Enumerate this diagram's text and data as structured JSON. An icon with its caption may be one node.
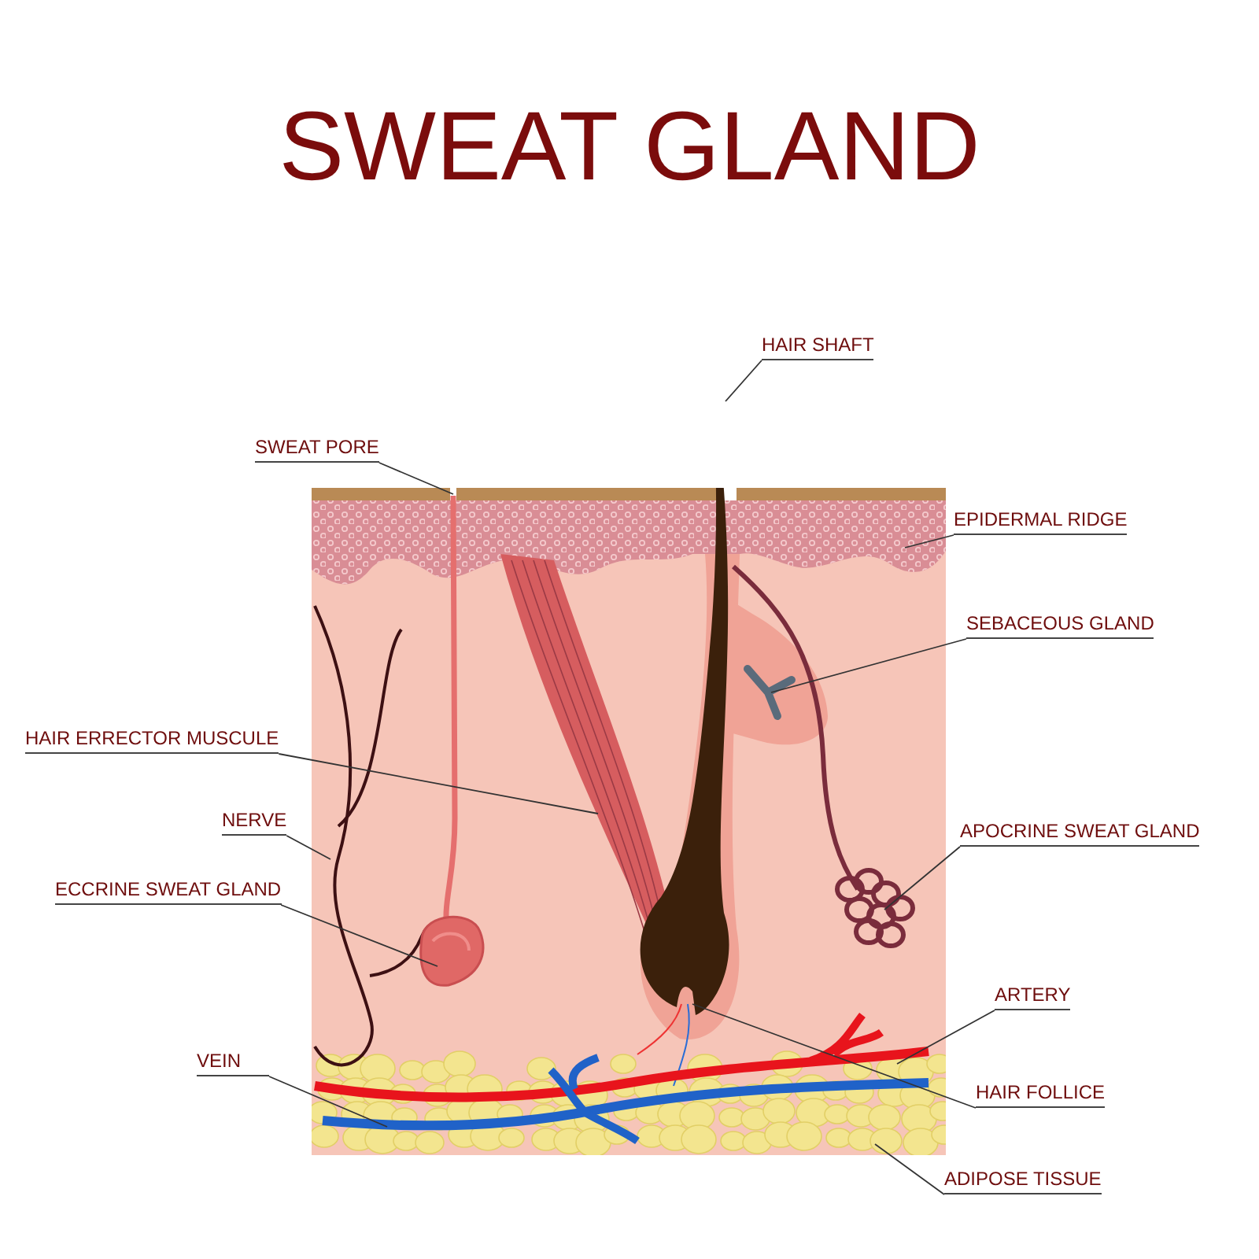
{
  "diagram": {
    "title": "SWEAT GLAND",
    "nodes": [
      {
        "text": [
          "HAIR SHAFT"
        ]
      },
      {
        "text": [
          "SWEAT PORE"
        ]
      },
      {
        "text": [
          "EPIDERMAL RIDGE"
        ]
      },
      {
        "text": [
          "SEBACEOUS GLAND"
        ]
      },
      {
        "text": [
          "HAIR ERRECTOR MUSCULE"
        ]
      },
      {
        "text": [
          "NERVE"
        ]
      },
      {
        "text": [
          "ECCRINE SWEAT GLAND"
        ]
      },
      {
        "text": [
          "APOCRINE SWEAT GLAND"
        ]
      },
      {
        "text": [
          "ARTERY"
        ]
      },
      {
        "text": [
          "VEIN"
        ]
      },
      {
        "text": [
          "HAIR FOLLICE"
        ]
      },
      {
        "text": [
          "ADIPOSE TISSUE"
        ]
      }
    ],
    "edges": [
      {
        "from": 0,
        "to": null,
        "arrow": "none"
      },
      {
        "from": 1,
        "to": null,
        "arrow": "none"
      },
      {
        "from": 2,
        "to": null,
        "arrow": "none"
      },
      {
        "from": 3,
        "to": null,
        "arrow": "none"
      },
      {
        "from": 4,
        "to": null,
        "arrow": "none"
      },
      {
        "from": 5,
        "to": null,
        "arrow": "none"
      },
      {
        "from": 6,
        "to": null,
        "arrow": "none"
      },
      {
        "from": 7,
        "to": null,
        "arrow": "none"
      },
      {
        "from": 8,
        "to": null,
        "arrow": "none"
      },
      {
        "from": 9,
        "to": null,
        "arrow": "none"
      },
      {
        "from": 10,
        "to": null,
        "arrow": "none"
      },
      {
        "from": 11,
        "to": null,
        "arrow": "none"
      }
    ]
  }
}
